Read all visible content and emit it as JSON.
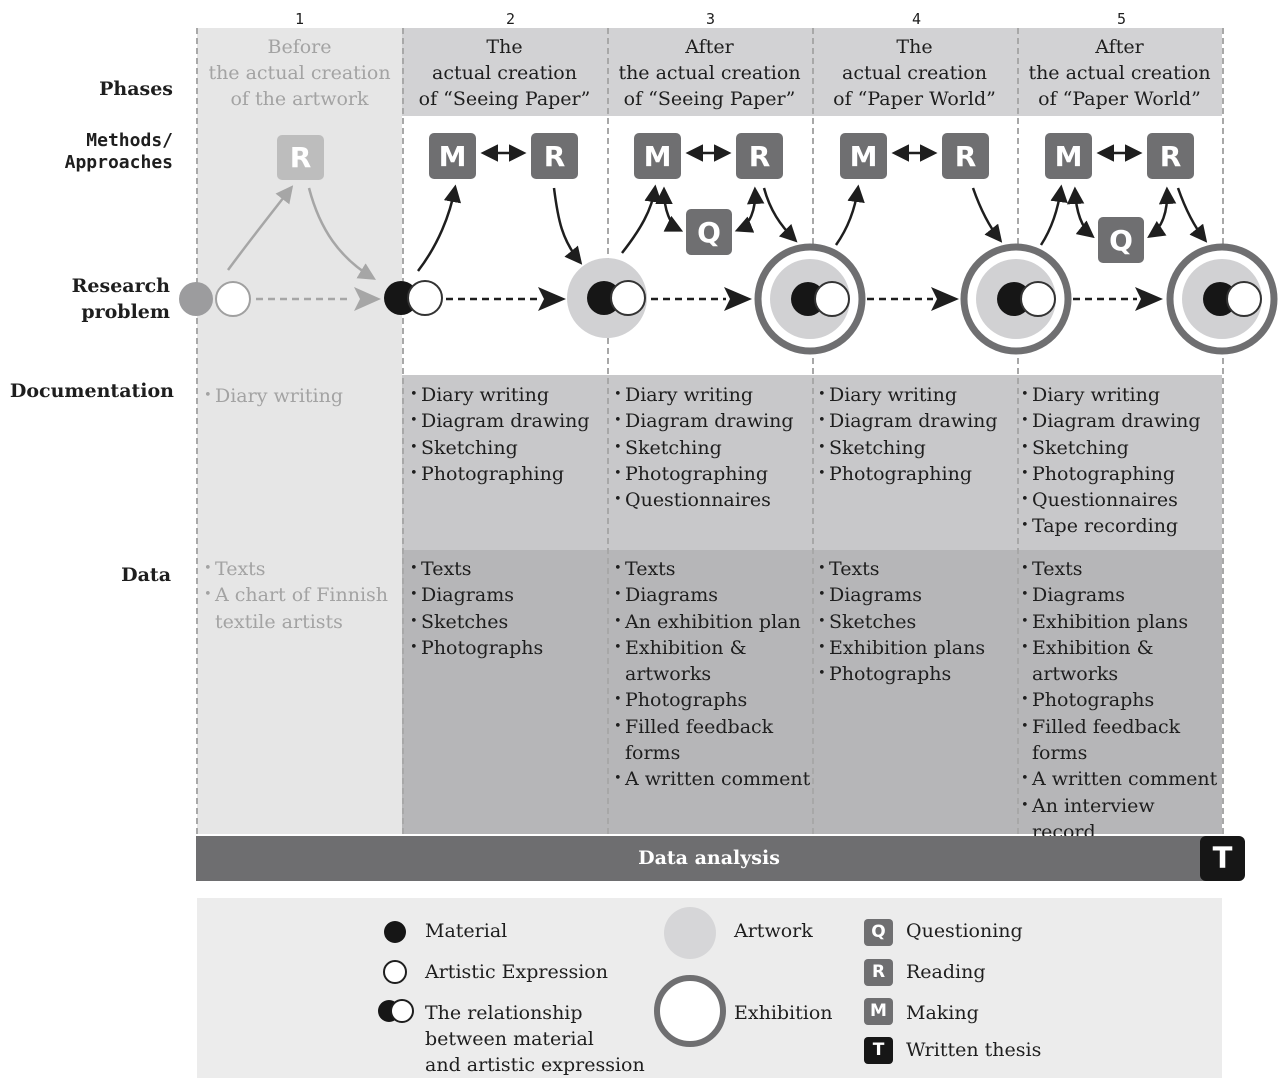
{
  "row_labels": {
    "phases": "Phases",
    "methods_line1": "Methods/",
    "methods_line2": "Approaches",
    "research_line1": "Research",
    "research_line2": "problem",
    "documentation": "Documentation",
    "data": "Data"
  },
  "columns": [
    {
      "number": "1",
      "phase": [
        "Before",
        "the actual creation",
        "of the artwork"
      ],
      "documentation": [
        "Diary writing"
      ],
      "data": [
        "Texts",
        "A chart of Finnish textile artists"
      ]
    },
    {
      "number": "2",
      "phase": [
        "The",
        "actual creation",
        "of “Seeing Paper”"
      ],
      "documentation": [
        "Diary writing",
        "Diagram drawing",
        "Sketching",
        "Photographing"
      ],
      "data": [
        "Texts",
        "Diagrams",
        "Sketches",
        "Photographs"
      ]
    },
    {
      "number": "3",
      "phase": [
        "After",
        "the actual creation",
        "of “Seeing Paper”"
      ],
      "documentation": [
        "Diary writing",
        "Diagram drawing",
        "Sketching",
        "Photographing",
        "Questionnaires"
      ],
      "data": [
        "Texts",
        "Diagrams",
        "An exhibition plan",
        "Exhibition & artworks",
        "Photographs",
        "Filled feedback forms",
        "A written comment"
      ]
    },
    {
      "number": "4",
      "phase": [
        "The",
        "actual creation",
        "of “Paper World”"
      ],
      "documentation": [
        "Diary writing",
        "Diagram drawing",
        "Sketching",
        "Photographing"
      ],
      "data": [
        "Texts",
        "Diagrams",
        "Sketches",
        "Exhibition plans",
        "Photographs"
      ]
    },
    {
      "number": "5",
      "phase": [
        "After",
        "the actual creation",
        "of “Paper World”"
      ],
      "documentation": [
        "Diary writing",
        "Diagram drawing",
        "Sketching",
        "Photographing",
        "Questionnaires",
        "Tape recording"
      ],
      "data": [
        "Texts",
        "Diagrams",
        "Exhibition plans",
        "Exhibition & artworks",
        "Photographs",
        "Filled feedback forms",
        "A written comment",
        "An interview record"
      ]
    }
  ],
  "method_letters": {
    "making": "M",
    "reading": "R",
    "questioning": "Q",
    "thesis": "T"
  },
  "data_analysis": "Data analysis",
  "legend": {
    "material": "Material",
    "artistic_expression": "Artistic Expression",
    "relationship": [
      "The relationship",
      "between material",
      "and artistic expression"
    ],
    "artwork": "Artwork",
    "exhibition": "Exhibition",
    "questioning": "Questioning",
    "reading": "Reading",
    "making": "Making",
    "written_thesis": "Written thesis"
  },
  "colors": {
    "col1_bg": "#e6e6e6",
    "col_header_bg": "#d1d1d3",
    "documentation_bg": "#c6c6c8",
    "data_bg": "#b5b5b7",
    "method_box": "#6f6f71",
    "muted_box": "#bdbdbd",
    "analysis_bar": "#6e6e70",
    "thesis_box": "#161616"
  }
}
